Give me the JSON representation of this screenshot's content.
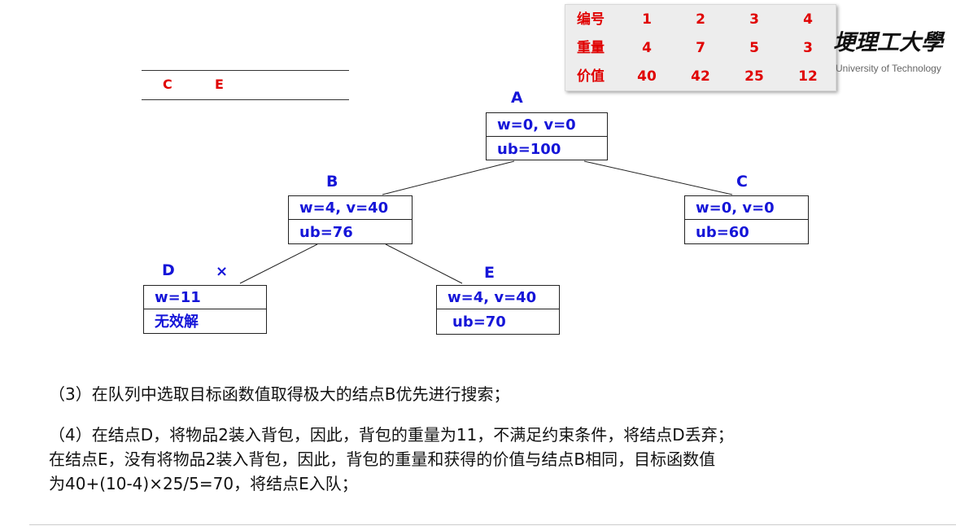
{
  "item_table": {
    "headers": [
      "编号",
      "重量",
      "价值"
    ],
    "rows": [
      [
        "1",
        "2",
        "3",
        "4"
      ],
      [
        "4",
        "7",
        "5",
        "3"
      ],
      [
        "40",
        "42",
        "25",
        "12"
      ]
    ]
  },
  "logo": {
    "cn_text": "埂理工大學",
    "en_text": "University of Technology"
  },
  "queue": {
    "items": [
      "C",
      "E"
    ]
  },
  "tree": {
    "nodes": {
      "A": {
        "label": "A",
        "line1": "w=0, v=0",
        "line2": "ub=100"
      },
      "B": {
        "label": "B",
        "line1": "w=4, v=40",
        "line2": "ub=76"
      },
      "C": {
        "label": "C",
        "line1": "w=0, v=0",
        "line2": "ub=60"
      },
      "D": {
        "label": "D",
        "line1": "w=11",
        "line2": "无效解",
        "mark": "×"
      },
      "E": {
        "label": "E",
        "line1": "w=4, v=40",
        "line2": "ub=70"
      }
    },
    "edges": [
      [
        "A",
        "B"
      ],
      [
        "A",
        "C"
      ],
      [
        "B",
        "D"
      ],
      [
        "B",
        "E"
      ]
    ]
  },
  "text": {
    "step3": "（3）在队列中选取目标函数值取得极大的结点B优先进行搜索；",
    "step4_line1": "（4）在结点D，将物品2装入背包，因此，背包的重量为11，不满足约束条件，将结点D丢弃；",
    "step4_line2": "在结点E，没有将物品2装入背包，因此，背包的重量和获得的价值与结点B相同，目标函数值",
    "step4_line3": "为40+(10-4)×25/5=70，将结点E入队；"
  },
  "colors": {
    "node_text": "#1515d8",
    "table_text": "#e00000",
    "queue_text": "#e00000"
  }
}
